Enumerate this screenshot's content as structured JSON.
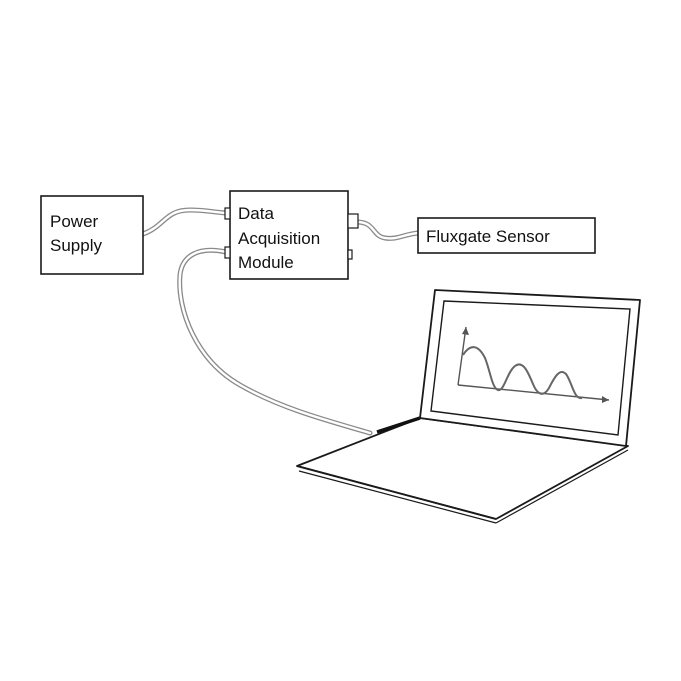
{
  "blocks": {
    "power_supply": {
      "line1": "Power",
      "line2": "Supply"
    },
    "daq_module": {
      "line1": "Data",
      "line2": "Acquisition",
      "line3": "Module"
    },
    "fluxgate_sensor": {
      "label": "Fluxgate Sensor"
    }
  },
  "icons": {
    "laptop": "laptop-icon",
    "screen_plot": "waveform-plot-icon"
  },
  "colors": {
    "line": "#1a1a1a",
    "cable": "#8a8a8a",
    "background": "#ffffff"
  }
}
